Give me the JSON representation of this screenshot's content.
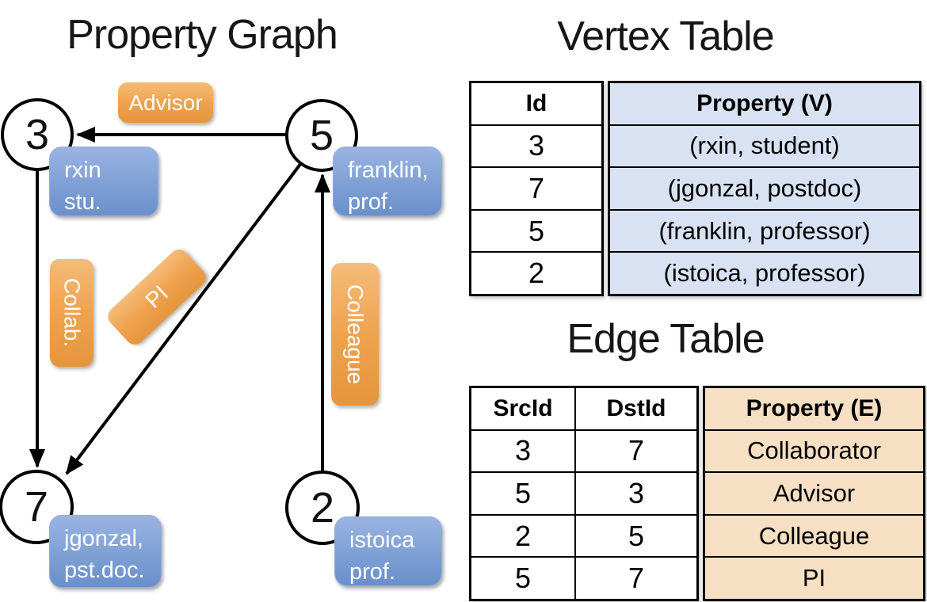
{
  "titles": {
    "graph": "Property Graph",
    "vertex_table": "Vertex Table",
    "edge_table": "Edge Table"
  },
  "graph": {
    "nodes": [
      {
        "id": "3",
        "property_line1": "rxin",
        "property_line2": "stu."
      },
      {
        "id": "5",
        "property_line1": "franklin,",
        "property_line2": "prof."
      },
      {
        "id": "7",
        "property_line1": "jgonzal,",
        "property_line2": "pst.doc."
      },
      {
        "id": "2",
        "property_line1": "istoica",
        "property_line2": "prof."
      }
    ],
    "edge_labels": {
      "advisor": "Advisor",
      "collaborator": "Collab.",
      "pi": "PI",
      "colleague": "Colleague"
    }
  },
  "vertex_table": {
    "columns": {
      "id": "Id",
      "property": "Property (V)"
    },
    "rows": [
      {
        "id": "3",
        "property": "(rxin, student)"
      },
      {
        "id": "7",
        "property": "(jgonzal, postdoc)"
      },
      {
        "id": "5",
        "property": "(franklin, professor)"
      },
      {
        "id": "2",
        "property": "(istoica, professor)"
      }
    ]
  },
  "edge_table": {
    "columns": {
      "src": "SrcId",
      "dst": "DstId",
      "property": "Property (E)"
    },
    "rows": [
      {
        "src": "3",
        "dst": "7",
        "property": "Collaborator"
      },
      {
        "src": "5",
        "dst": "3",
        "property": "Advisor"
      },
      {
        "src": "2",
        "dst": "5",
        "property": "Colleague"
      },
      {
        "src": "5",
        "dst": "7",
        "property": "PI"
      }
    ]
  },
  "colors": {
    "edge_label_top": "#f5bc78",
    "edge_label_fill": "#efa34f",
    "edge_label_bottom": "#e5953c",
    "vertex_label_top": "#9ab3e2",
    "vertex_label_fill": "#7fa0d5",
    "vertex_label_bottom": "#6a8fca",
    "vertex_cell_fill": "#d9e2f3",
    "edge_cell_fill": "#f7dfc3"
  }
}
